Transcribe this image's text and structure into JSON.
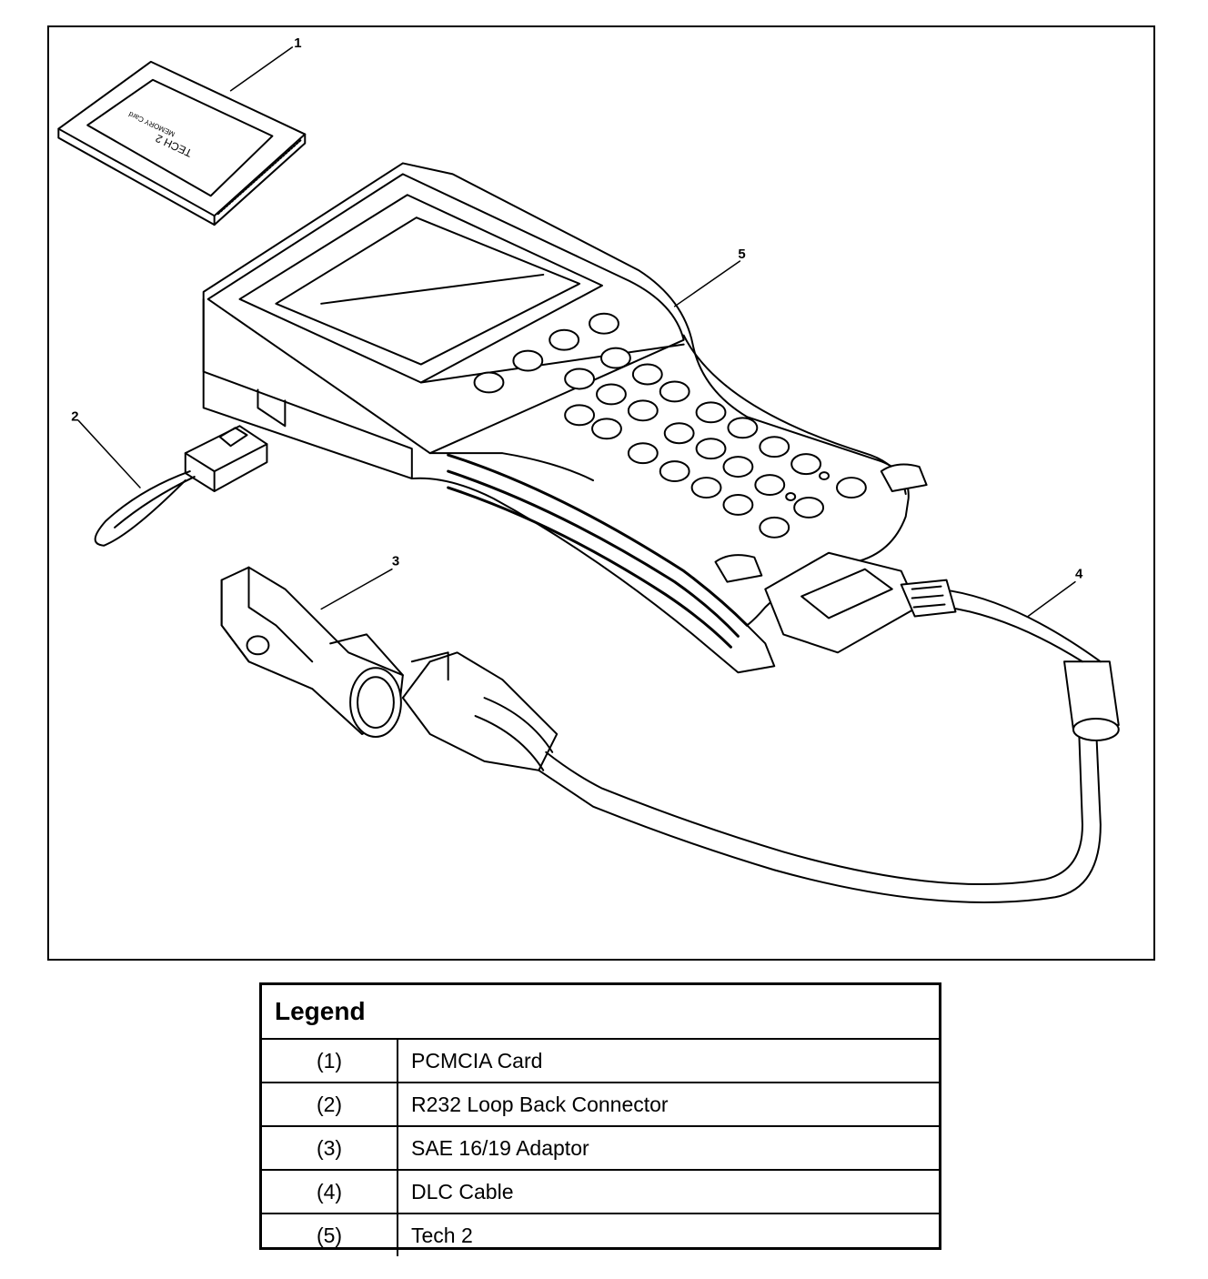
{
  "callouts": {
    "c1": "1",
    "c2": "2",
    "c3": "3",
    "c4": "4",
    "c5": "5"
  },
  "card_text": {
    "line1": "TECH 2",
    "line2": "MEMORY Card"
  },
  "legend": {
    "title": "Legend",
    "rows": [
      {
        "num": "(1)",
        "label": "PCMCIA Card"
      },
      {
        "num": "(2)",
        "label": "R232 Loop Back Connector"
      },
      {
        "num": "(3)",
        "label": "SAE 16/19 Adaptor"
      },
      {
        "num": "(4)",
        "label": "DLC Cable"
      },
      {
        "num": "(5)",
        "label": "Tech 2"
      }
    ]
  }
}
